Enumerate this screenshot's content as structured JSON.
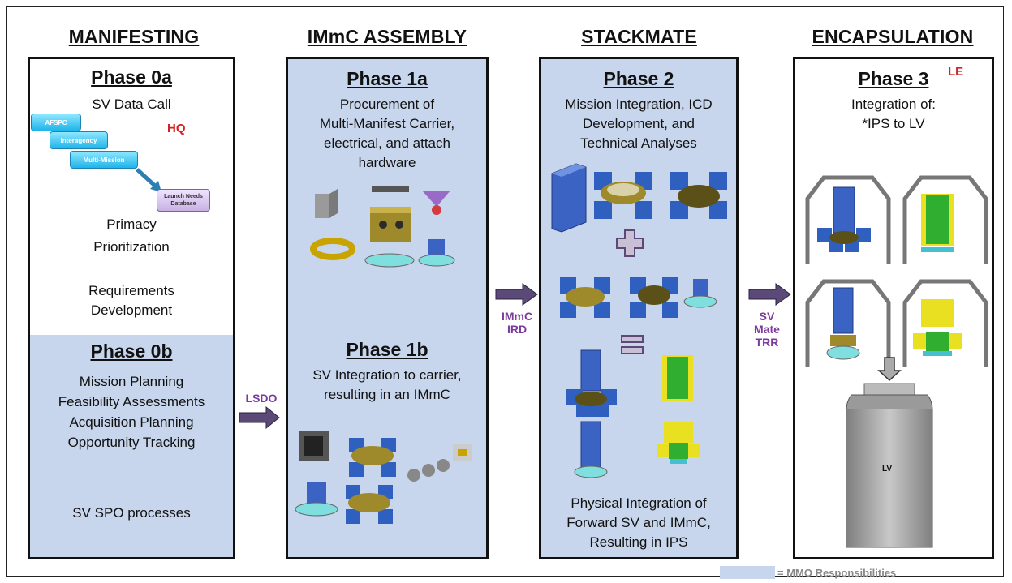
{
  "columns": [
    {
      "title": "MANIFESTING"
    },
    {
      "title": "IMmC ASSEMBLY"
    },
    {
      "title": "STACKMATE"
    },
    {
      "title": "ENCAPSULATION"
    }
  ],
  "manifesting": {
    "phase0a": {
      "title": "Phase 0a",
      "subtitle": "SV Data Call",
      "hq": "HQ",
      "steps": [
        "AFSPC",
        "Interagency",
        "Multi-Mission",
        "Launch Needs Database"
      ],
      "lines": [
        "Primacy",
        "Prioritization",
        "Requirements",
        "Development"
      ]
    },
    "phase0b": {
      "title": "Phase 0b",
      "lines": [
        "Mission Planning",
        "Feasibility Assessments",
        "Acquisition Planning",
        "Opportunity Tracking"
      ],
      "footer": "SV SPO processes"
    }
  },
  "assembly": {
    "phase1a": {
      "title": "Phase 1a",
      "lines": [
        "Procurement of",
        "Multi-Manifest Carrier,",
        "electrical, and attach",
        "hardware"
      ]
    },
    "phase1b": {
      "title": "Phase 1b",
      "lines": [
        "SV Integration to carrier,",
        "resulting in an IMmC"
      ]
    }
  },
  "stackmate": {
    "title": "Phase 2",
    "top_lines": [
      "Mission Integration, ICD",
      "Development, and",
      "Technical Analyses"
    ],
    "bottom_lines": [
      "Physical Integration of",
      "Forward SV and IMmC,",
      "Resulting in IPS"
    ]
  },
  "encapsulation": {
    "title": "Phase 3",
    "le": "LE",
    "lines": [
      "Integration of:",
      "*IPS to LV"
    ],
    "lv_label": "LV"
  },
  "transitions": {
    "lsdo": "LSDO",
    "immc_ird": [
      "IMmC",
      "IRD"
    ],
    "sv_mate_trr": [
      "SV",
      "Mate",
      "TRR"
    ]
  },
  "legend": {
    "text": "= MMO Responsibilities",
    "color": "#c7d6ec"
  },
  "colors": {
    "panel_blue": "#c7d6ec",
    "arrow": "#5b4a78",
    "tag": "#7a3a9e",
    "alert": "#d42020",
    "sat_blue": "#3b63c4"
  }
}
